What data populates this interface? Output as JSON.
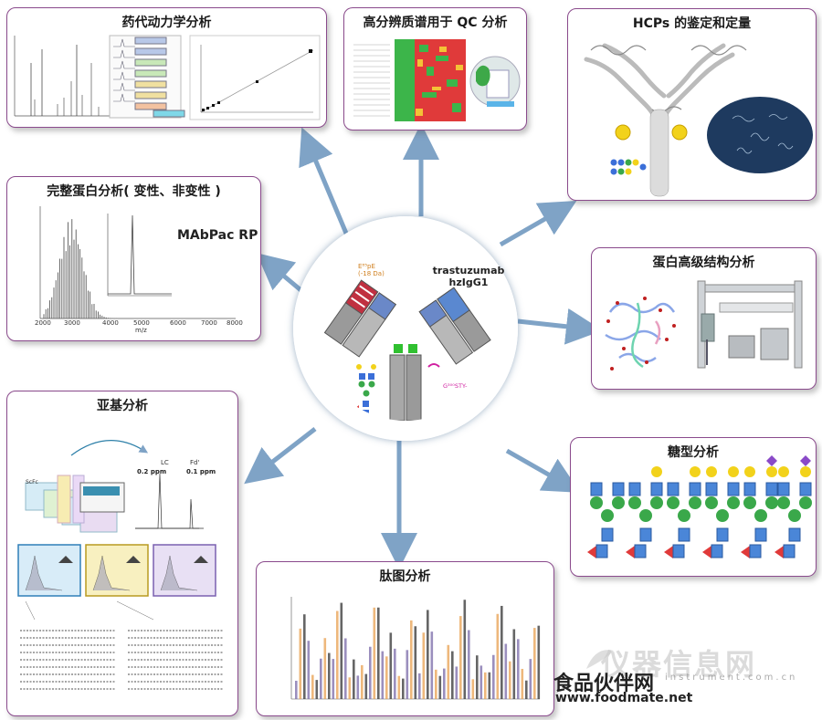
{
  "center": {
    "line1": "trastuzumab",
    "line2": "hzIgG1",
    "left_tag": "E⁸⁵pE\n(-18 Da)",
    "right_tag": "G³⁰⁰STY-"
  },
  "panels": {
    "pk": {
      "title": "药代动力学分析"
    },
    "hrms": {
      "title": "高分辨质谱用于 QC 分析"
    },
    "hcp": {
      "title": "HCPs 的鉴定和定量"
    },
    "intact": {
      "title": "完整蛋白分析( 变性、非变性 )",
      "column": "MAbPac RP",
      "xaxis": "m/z"
    },
    "hos": {
      "title": "蛋白高级结构分析"
    },
    "subunit": {
      "title": "亚基分析",
      "lc": "LC",
      "fd": "Fd'",
      "scfc": "ScFc",
      "lc_ppm": "0.2 ppm",
      "fd_ppm": "0.1 ppm"
    },
    "glycan": {
      "title": "糖型分析"
    },
    "peptide": {
      "title": "肽图分析"
    }
  },
  "watermark": {
    "cn": "仪器信息网",
    "sub_cn": "食品伙伴网",
    "url1": "instrument.com.cn",
    "url2": "www.foodmate.net"
  },
  "colors": {
    "border": "#8a4a8c",
    "arrow": "#7fa3c6",
    "ring": "#3c6f99"
  }
}
